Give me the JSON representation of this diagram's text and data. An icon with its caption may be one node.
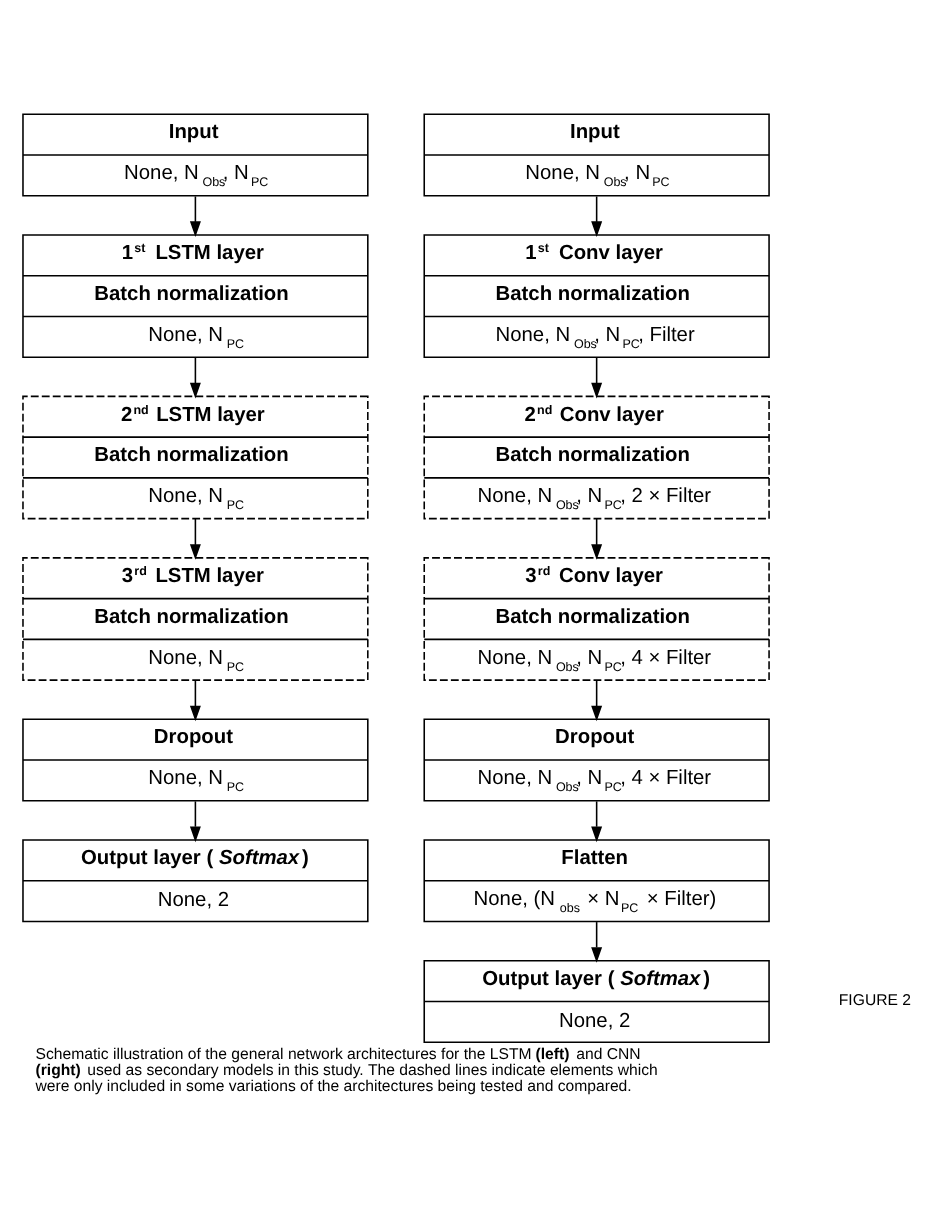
{
  "diagram": {
    "caption": "Schematic illustration of the general network architectures for the LSTM **(left)** and CNN **(right)** used as secondary models in this study. The dashed lines indicate elements which were only included in some variations of the architectures being tested and compared.",
    "nodes": [
      {
        "text": [
          "Input",
          "None, N$_{Obs}$, N$_{PC}$"
        ]
      },
      {
        "text": [
          "1$^{st}$ LSTM layer",
          "Batch normalization",
          "None, N$_{PC}$"
        ]
      },
      {
        "text": [
          "2$^{nd}$ LSTM layer",
          "Batch normalization",
          "None, N$_{PC}$"
        ]
      },
      {
        "text": [
          "3$^{rd}$ LSTM layer",
          "Batch normalization",
          "None, N$_{PC}$"
        ]
      },
      {
        "text": [
          "Dropout",
          "None, N$_{PC}$"
        ]
      },
      {
        "text": [
          "Output layer (*Softmax*)",
          "None, 2"
        ]
      },
      {
        "text": [
          "Input",
          "None, N$_{Obs}$, N$_{PC}$"
        ]
      },
      {
        "text": [
          "1$^{st}$ Conv layer",
          "Batch normalization",
          "None, N$_{Obs}$, N$_{PC}$, Filter"
        ]
      },
      {
        "text": [
          "2$^{nd}$ Conv layer",
          "Batch normalization",
          "None, N$_{Obs}$, N$_{PC}$, 2 × Filter"
        ]
      },
      {
        "text": [
          "3$^{rd}$ Conv layer",
          "Batch normalization",
          "None, N$_{Obs}$, N$_{PC}$, 4 × Filter"
        ]
      },
      {
        "text": [
          "Dropout",
          "None, N$_{Obs}$, N$_{PC}$, 4 × Filter"
        ]
      },
      {
        "text": [
          "Flatten",
          "None, (N$_{obs}$ × N$_{PC}$ × Filter)"
        ]
      },
      {
        "text": [
          "Output layer (*Softmax*)",
          "None, 2"
        ]
      }
    ],
    "edges": [
      {
        "from": 0,
        "to": 1,
        "arrow": "to"
      },
      {
        "from": 1,
        "to": 2,
        "arrow": "to"
      },
      {
        "from": 2,
        "to": 3,
        "arrow": "to"
      },
      {
        "from": 3,
        "to": 4,
        "arrow": "to"
      },
      {
        "from": 4,
        "to": 5,
        "arrow": "to"
      },
      {
        "from": 6,
        "to": 7,
        "arrow": "to"
      },
      {
        "from": 7,
        "to": 8,
        "arrow": "to"
      },
      {
        "from": 8,
        "to": 9,
        "arrow": "to"
      },
      {
        "from": 9,
        "to": 10,
        "arrow": "to"
      },
      {
        "from": 10,
        "to": 11,
        "arrow": "to"
      },
      {
        "from": 11,
        "to": 12,
        "arrow": "to"
      }
    ],
    "labels": [
      "FIGURE 2"
    ]
  }
}
